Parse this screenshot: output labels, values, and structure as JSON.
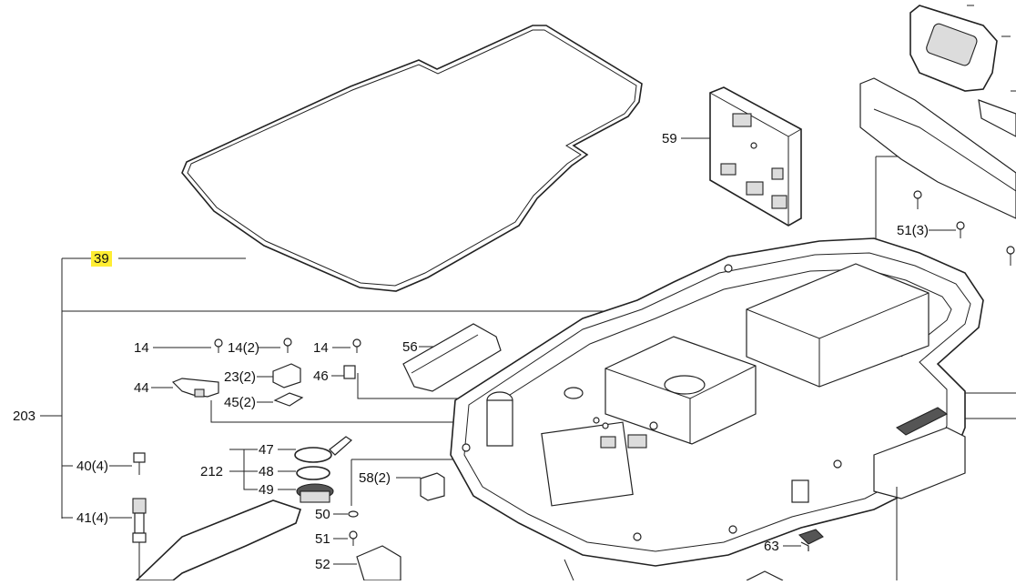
{
  "callouts": {
    "c39": "39",
    "c203": "203",
    "c14a": "14",
    "c14b": "14(2)",
    "c14c": "14",
    "c56": "56",
    "c23": "23(2)",
    "c46": "46",
    "c44": "44",
    "c45": "45(2)",
    "c47": "47",
    "c48": "48",
    "c49": "49",
    "c212": "212",
    "c58": "58(2)",
    "c40": "40(4)",
    "c41": "41(4)",
    "c50": "50",
    "c51a": "51",
    "c52": "52",
    "c59": "59",
    "c51b": "51(3)",
    "c63": "63"
  },
  "highlight_color": "#ffee33"
}
